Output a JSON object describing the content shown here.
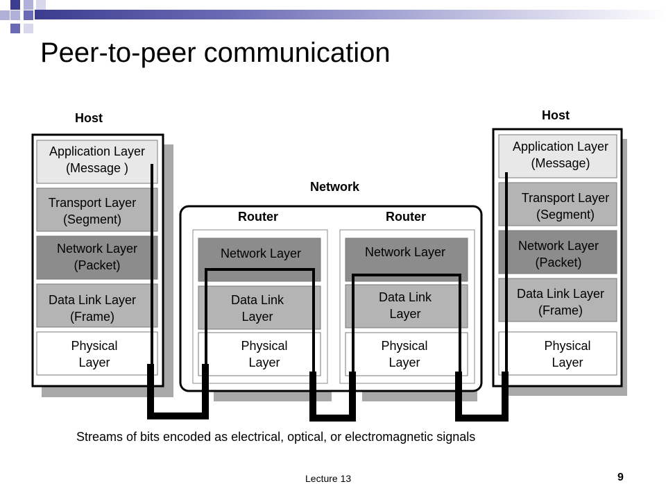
{
  "slide": {
    "title": "Peer-to-peer communication",
    "footer": "Lecture 13",
    "page_number": "9"
  },
  "diagram": {
    "left_host": {
      "label": "Host",
      "layers": [
        {
          "name": "Application Layer",
          "unit": "(Message )"
        },
        {
          "name": "Transport Layer",
          "unit": "(Segment)"
        },
        {
          "name": "Network Layer",
          "unit": "(Packet)"
        },
        {
          "name": "Data Link Layer",
          "unit": "(Frame)"
        },
        {
          "name": "Physical",
          "unit": "Layer"
        }
      ]
    },
    "network": {
      "label": "Network",
      "routers": [
        {
          "label": "Router",
          "layers": [
            {
              "name": "Network Layer"
            },
            {
              "name": "Data Link",
              "unit": "Layer"
            },
            {
              "name": "Physical",
              "unit": "Layer"
            }
          ]
        },
        {
          "label": "Router",
          "layers": [
            {
              "name": "Network Layer"
            },
            {
              "name": "Data Link",
              "unit": "Layer"
            },
            {
              "name": "Physical",
              "unit": "Layer"
            }
          ]
        }
      ]
    },
    "right_host": {
      "label": "Host",
      "layers": [
        {
          "name": "Application Layer",
          "unit": "(Message)"
        },
        {
          "name": "Transport Layer",
          "unit": "(Segment)"
        },
        {
          "name": "Network Layer",
          "unit": "(Packet)"
        },
        {
          "name": "Data Link Layer",
          "unit": "(Frame)"
        },
        {
          "name": "Physical",
          "unit": "Layer"
        }
      ]
    },
    "caption": "Streams of bits encoded as electrical, optical, or electromagnetic signals"
  },
  "colors": {
    "application": "#e8e8e8",
    "transport": "#b4b4b4",
    "network": "#8c8c8c",
    "datalink": "#b4b4b4",
    "physical": "#ffffff",
    "shadow": "#a0a0a0",
    "title_bar_dark": "#3c3c90",
    "title_bar_light": "#b6b6dc"
  }
}
